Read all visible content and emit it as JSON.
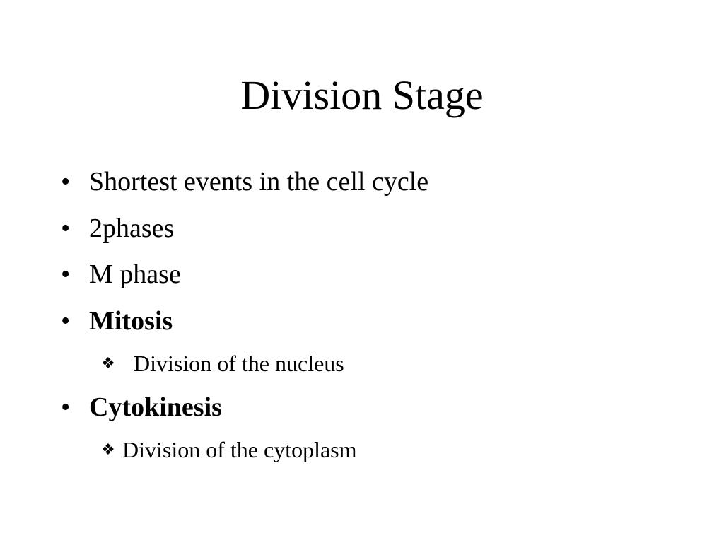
{
  "slide": {
    "title": "Division Stage",
    "bullet_glyph": "•",
    "sub_glyph": "❖",
    "bullets": [
      {
        "text": "Shortest events in the cell cycle"
      },
      {
        "text": "2phases"
      },
      {
        "text": "M phase"
      },
      {
        "text": "Mitosis"
      },
      {
        "text": "Cytokinesis"
      }
    ],
    "subbullets": [
      {
        "text": "Division of the nucleus"
      },
      {
        "text": "Division of the cytoplasm"
      }
    ]
  }
}
